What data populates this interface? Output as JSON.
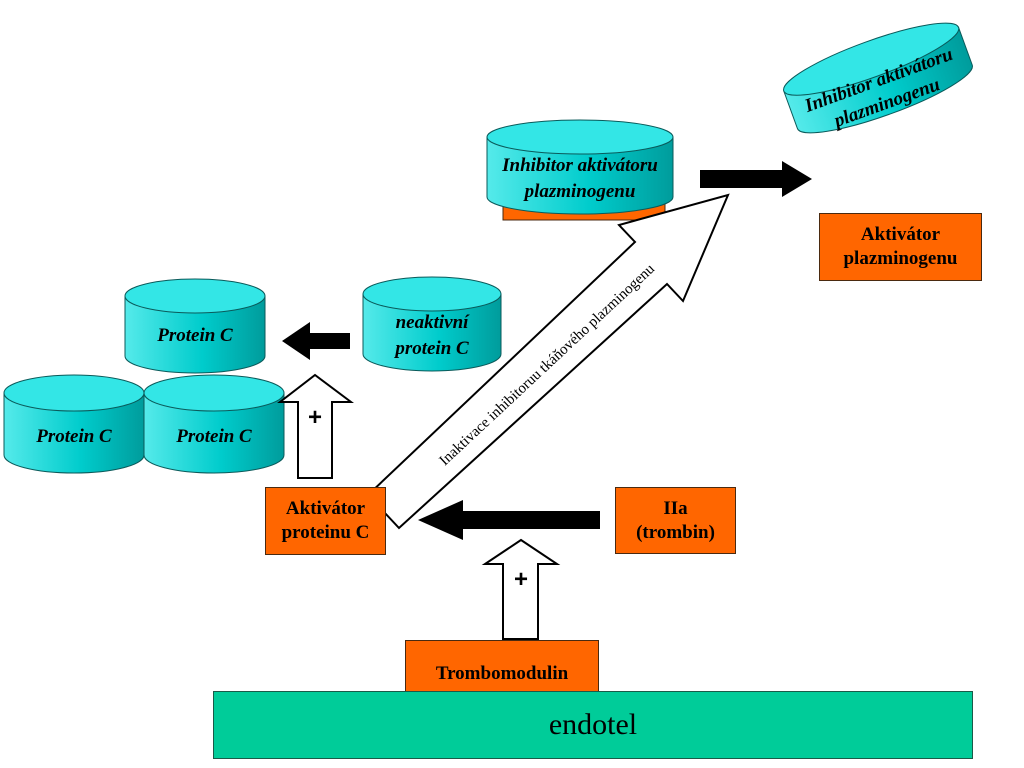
{
  "colors": {
    "box_fill": "#ff6600",
    "cylinder_fill": "#00cccc",
    "cylinder_top": "#33e6e6",
    "endotel_fill": "#00cc99",
    "arrow_fill": "#000000"
  },
  "endotel": {
    "label": "endotel"
  },
  "boxes": {
    "trombomodulin": "Trombomodulin",
    "aktivator_proteinu_c": "Aktivátor\nproteinu C",
    "iia_trombin": "IIa\n(trombin)",
    "aktivator_plazminogenu": "Aktivátor\nplazminogenu"
  },
  "cylinders": {
    "protein_c_top": [
      "Protein C"
    ],
    "protein_c_left": [
      "Protein C"
    ],
    "protein_c_right": [
      "Protein C"
    ],
    "neaktivni_protein_c": [
      "neaktivní",
      "protein C"
    ],
    "inhibitor_middle": [
      "Inhibitor aktivátoru",
      "plazminogenu"
    ],
    "inhibitor_tilted": [
      "Inhibitor aktivátoru",
      "plazminogenu"
    ]
  },
  "arrows": {
    "plus_top": "+",
    "plus_bottom": "+",
    "diagonal_label": "Inaktivace inhibitoruu tkáňového plazminogenu"
  }
}
